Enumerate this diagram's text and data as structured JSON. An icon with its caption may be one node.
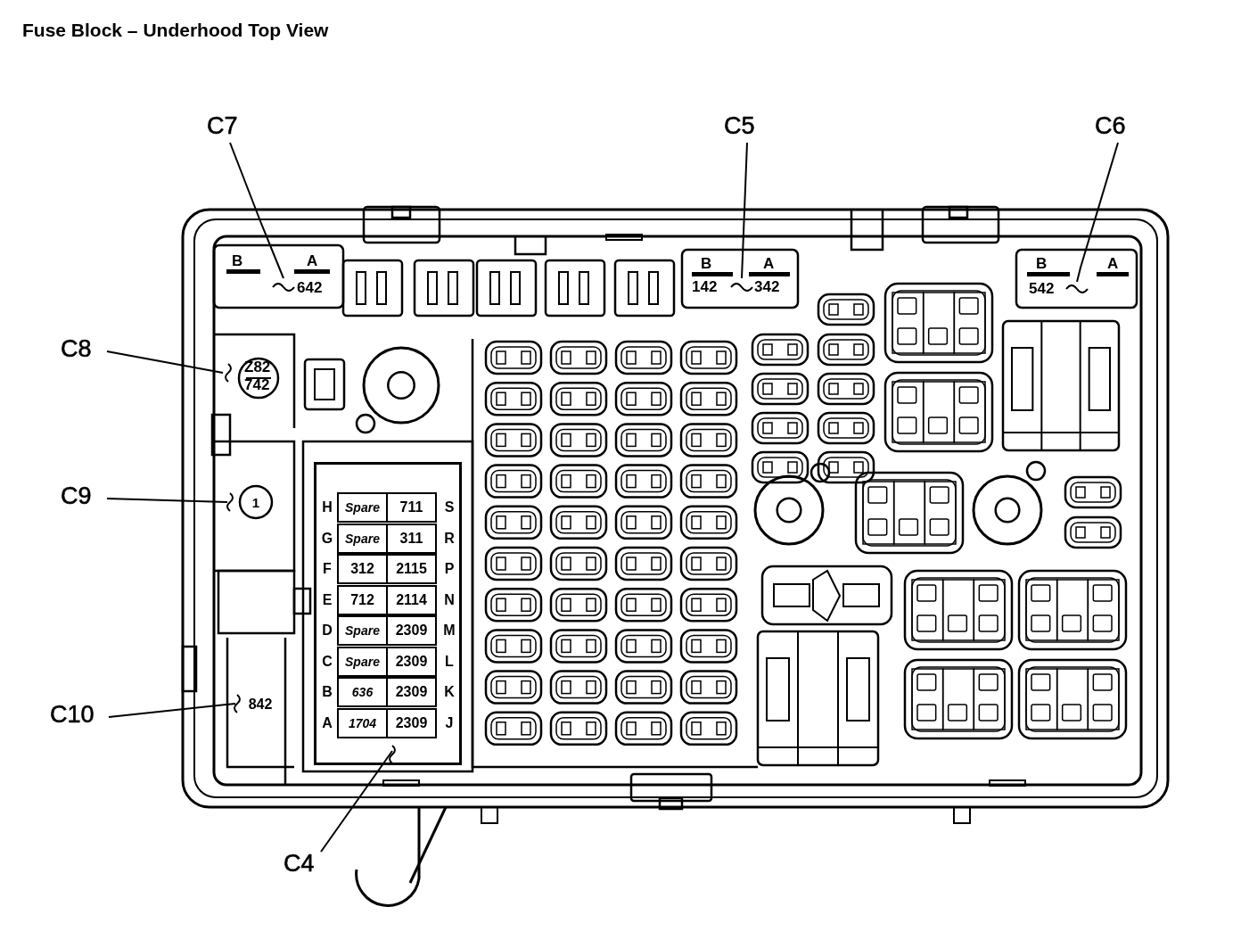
{
  "diagram": {
    "title": "Fuse Block – Underhood Top View",
    "nodes": [
      {
        "text": [
          "C7"
        ]
      },
      {
        "text": [
          "B",
          "A",
          "642"
        ]
      },
      {
        "text": [
          "C5"
        ]
      },
      {
        "text": [
          "B",
          "142",
          "A",
          "342"
        ]
      },
      {
        "text": [
          "C6"
        ]
      },
      {
        "text": [
          "B",
          "542",
          "A"
        ]
      },
      {
        "text": [
          "C8"
        ]
      },
      {
        "text": [
          "Z82",
          "742"
        ]
      },
      {
        "text": [
          "C9"
        ]
      },
      {
        "text": [
          "1"
        ]
      },
      {
        "text": [
          "C10"
        ]
      },
      {
        "text": [
          "842"
        ]
      },
      {
        "text": [
          "C4"
        ]
      },
      {
        "text": [],
        "shape": "box"
      }
    ],
    "edges": [
      {
        "from": 0,
        "to": 1,
        "arrow": "none"
      },
      {
        "from": 2,
        "to": 3,
        "arrow": "none"
      },
      {
        "from": 4,
        "to": 5,
        "arrow": "none"
      },
      {
        "from": 6,
        "to": 7,
        "arrow": "none"
      },
      {
        "from": 8,
        "to": 9,
        "arrow": "none"
      },
      {
        "from": 10,
        "to": 11,
        "arrow": "none"
      },
      {
        "from": 12,
        "to": 13,
        "arrow": "none"
      }
    ],
    "labels": [
      "H",
      "Spare",
      "711",
      "S",
      "G",
      "Spare",
      "311",
      "R",
      "F",
      "312",
      "2115",
      "P",
      "E",
      "712",
      "2114",
      "N",
      "D",
      "Spare",
      "2309",
      "M",
      "C",
      "Spare",
      "2309",
      "L",
      "B",
      "636",
      "2309",
      "K",
      "A",
      "1704",
      "2309",
      "J"
    ]
  }
}
